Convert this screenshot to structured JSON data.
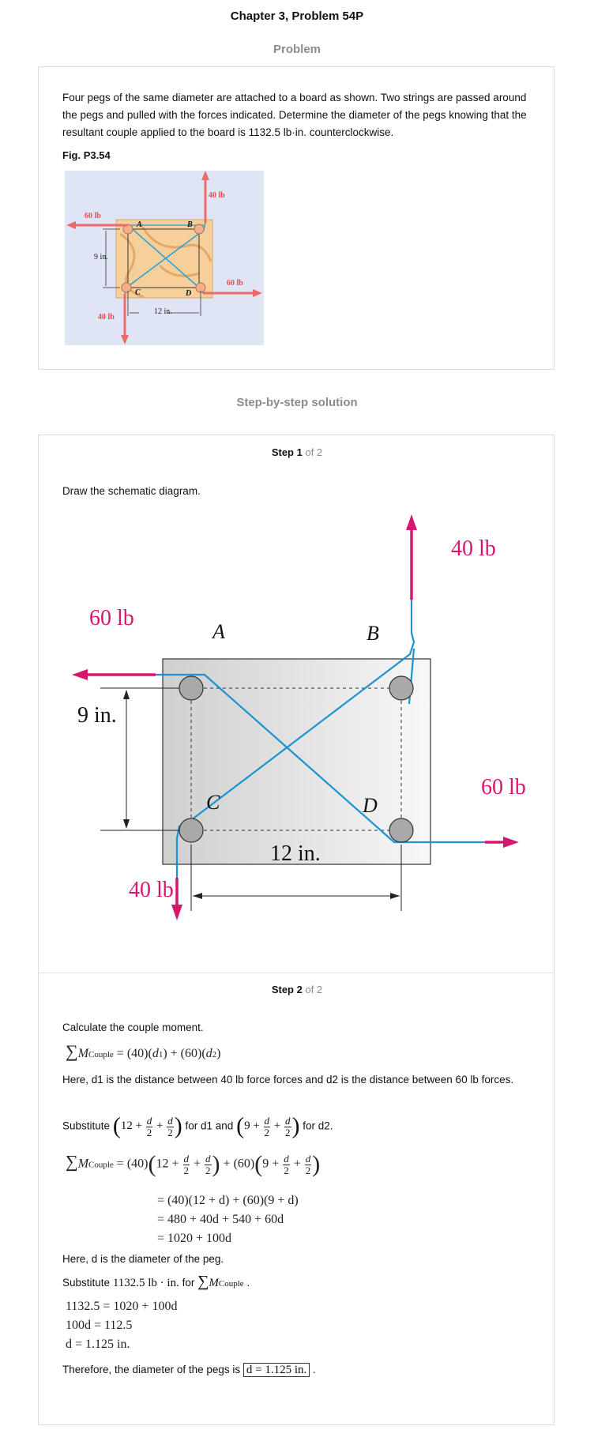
{
  "header": {
    "title": "Chapter 3, Problem 54P",
    "problem_heading": "Problem",
    "solution_heading": "Step-by-step solution"
  },
  "problem": {
    "text": "Four pegs of the same diameter are attached to a board as shown. Two strings are passed around the pegs and pulled with the forces indicated. Determine the diameter of the pegs knowing that the resultant couple applied to the board is 1132.5 lb·in. counterclockwise.",
    "fig_label": "Fig. P3.54",
    "figure": {
      "label_60_left": "60 lb",
      "label_40_top": "40 lb",
      "label_60_right": "60 lb",
      "label_40_bottom": "40 lb",
      "label_9in": "9 in.",
      "label_12in": "12 in.",
      "peg_a": "A",
      "peg_b": "B",
      "peg_c": "C",
      "peg_d": "D"
    }
  },
  "step1": {
    "step_word": "Step 1",
    "of_text": "of 2",
    "text": "Draw the schematic diagram.",
    "diagram": {
      "label_40_top": "40 lb",
      "label_60_left": "60 lb",
      "label_60_right": "60 lb",
      "label_40_bottom": "40 lb",
      "label_9in": "9 in.",
      "label_12in": "12 in.",
      "peg_a": "A",
      "peg_b": "B",
      "peg_c": "C",
      "peg_d": "D",
      "colors": {
        "force": "#d6176e",
        "string": "#1b93d1",
        "board": "#dedede"
      }
    }
  },
  "step2": {
    "step_word": "Step 2",
    "of_text": "of 2",
    "line1": "Calculate the couple moment.",
    "here1": "Here, d1 is the distance between 40 lb force forces and d2 is the distance between 60 lb forces.",
    "substitute_word": "Substitute",
    "for_d1": "for d1 and",
    "for_d2": "for d2.",
    "calc_l2": "= (40)(12 + d) + (60)(9 + d)",
    "calc_l3": "= 480 + 40d + 540 + 60d",
    "calc_l4": "= 1020 + 100d",
    "here2": "Here, d is the diameter of the peg.",
    "subst_val": "1132.5 lb · in.",
    "for_word": "for",
    "solve1": "1132.5 = 1020 + 100d",
    "solve2": "100d = 112.5",
    "solve3": "d = 1.125 in.",
    "therefore": "Therefore, the diameter of the pegs is",
    "answer": "d = 1.125 in."
  }
}
